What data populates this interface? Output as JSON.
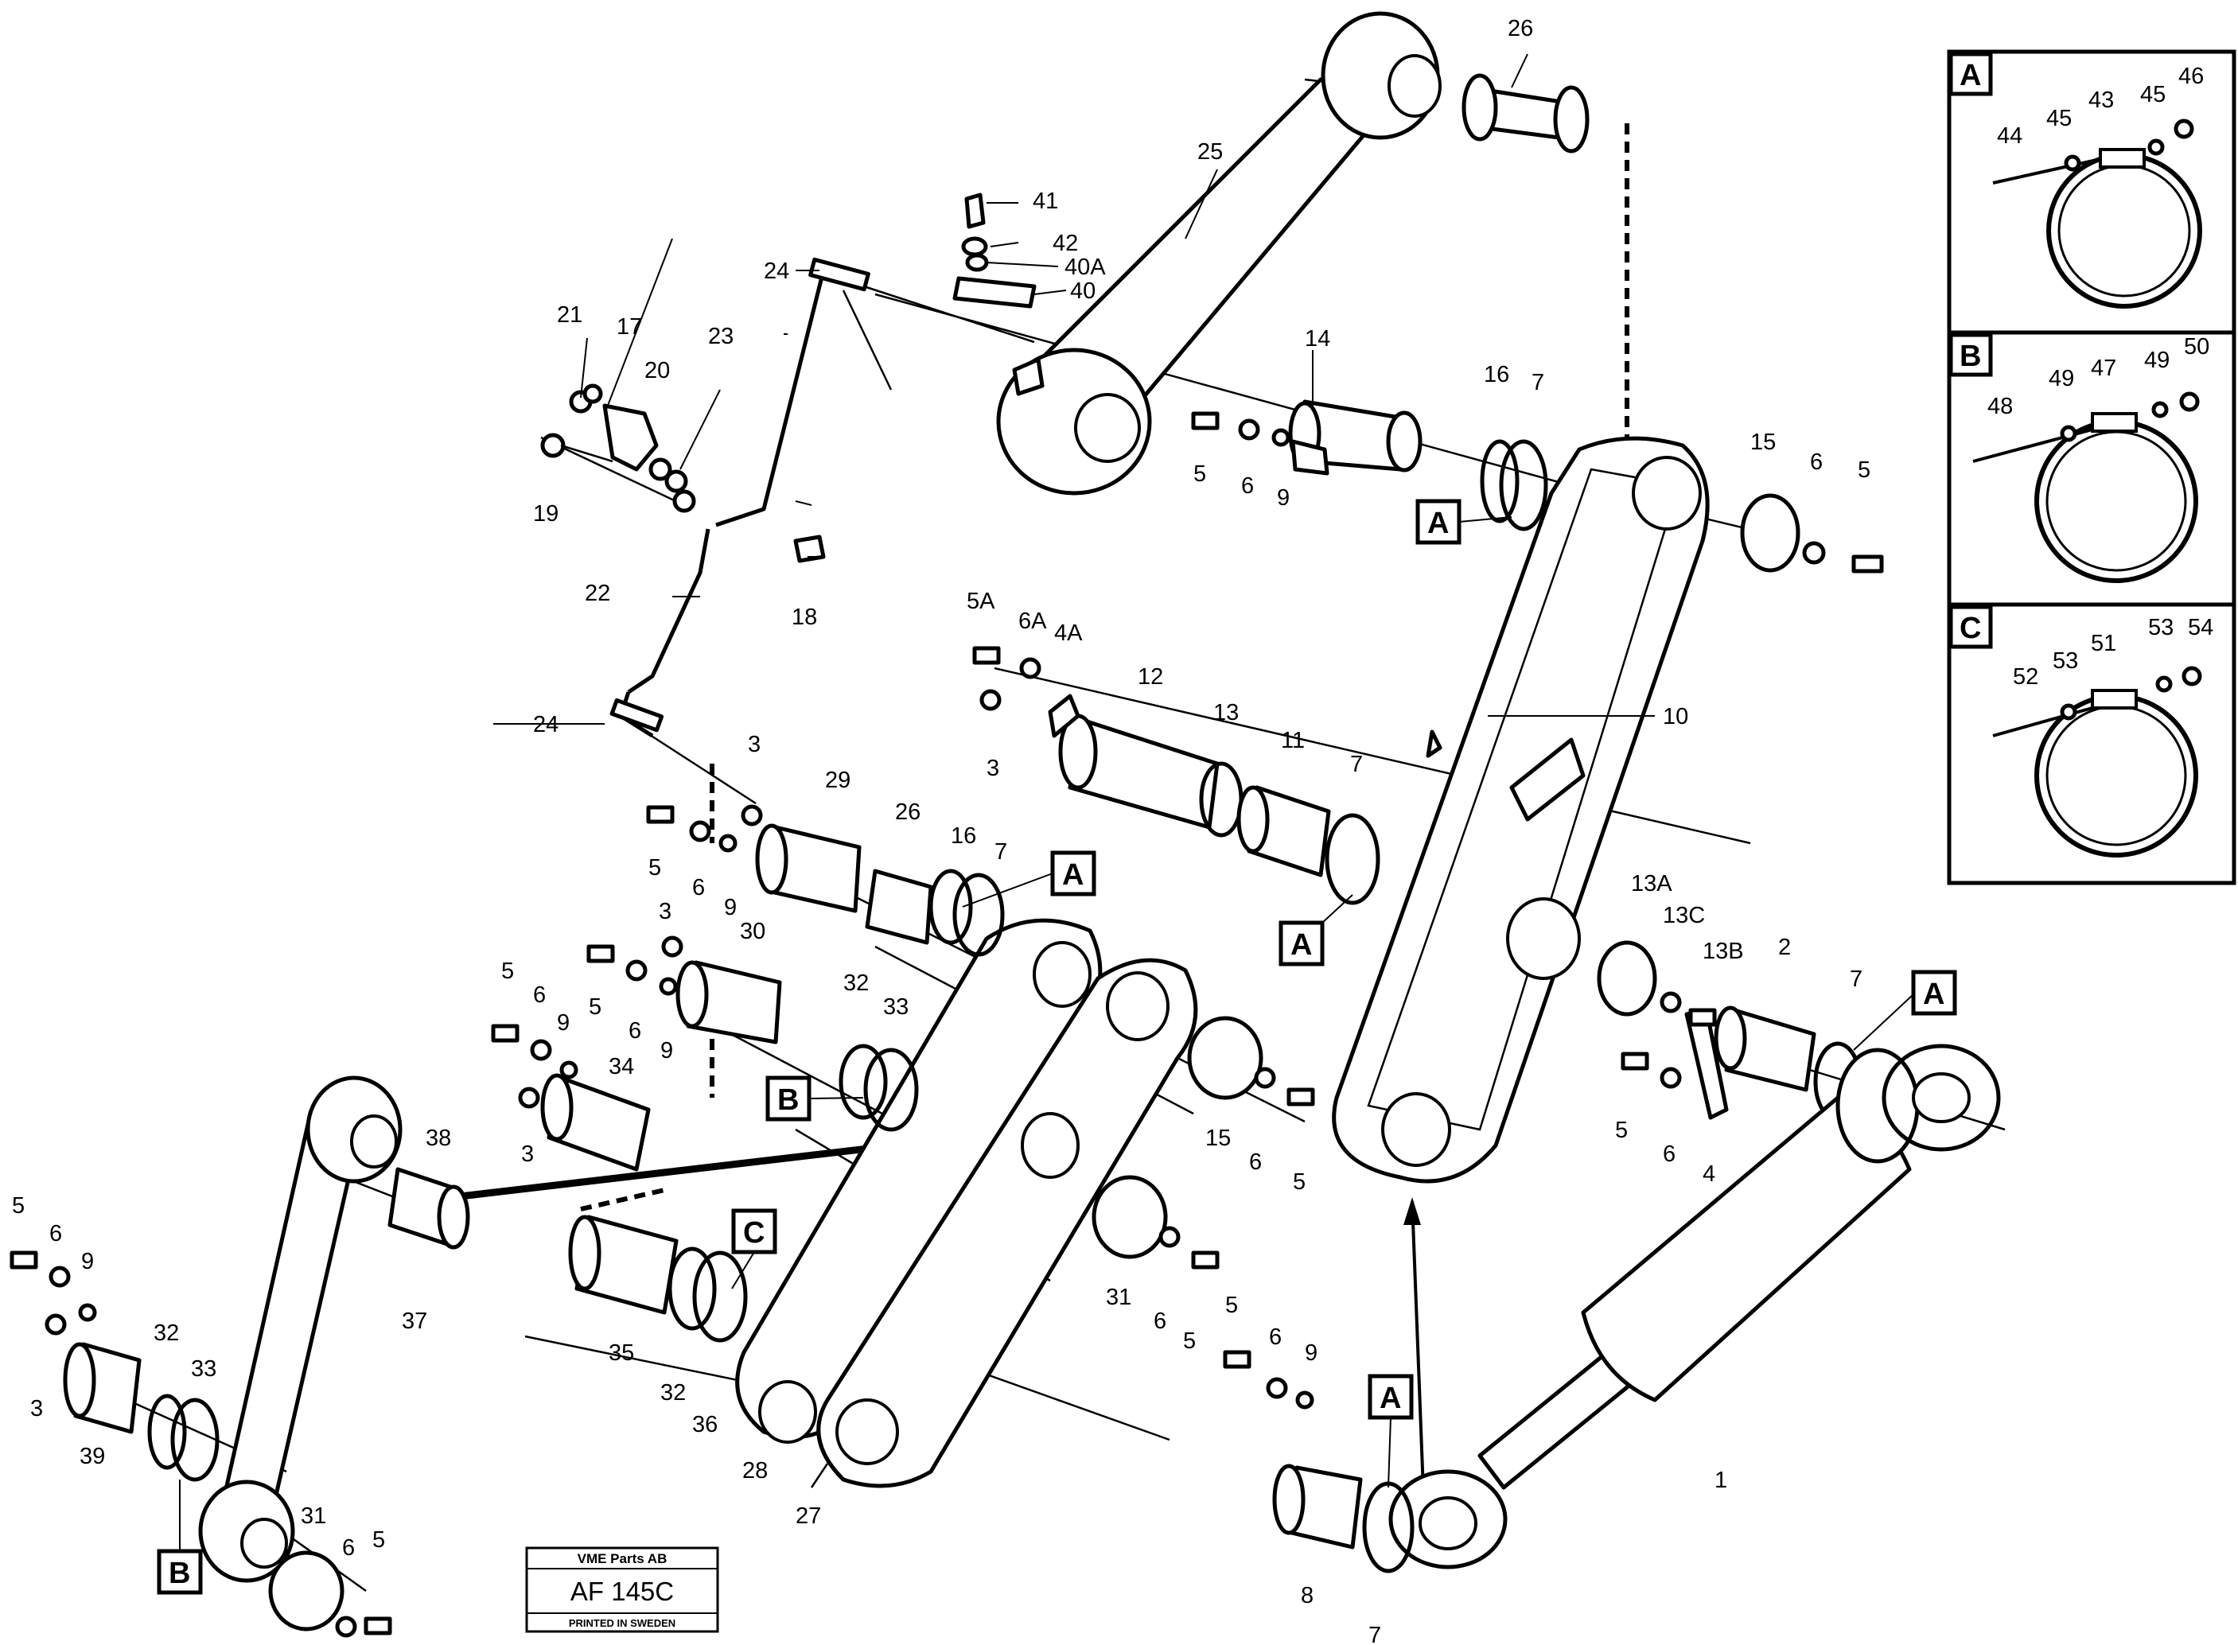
{
  "callouts": {
    "main": [
      "1",
      "2",
      "3",
      "4",
      "5",
      "6",
      "7",
      "8",
      "9",
      "10",
      "11",
      "12",
      "13",
      "14",
      "15",
      "16",
      "17",
      "18",
      "19",
      "20",
      "21",
      "22",
      "23",
      "24",
      "25",
      "26",
      "27",
      "28",
      "29",
      "30",
      "31",
      "32",
      "33",
      "34",
      "35",
      "36",
      "37",
      "38",
      "39",
      "40",
      "41",
      "42",
      "40A",
      "4A",
      "5A",
      "6A",
      "13A",
      "13B",
      "13C"
    ],
    "detail_a": [
      "43",
      "44",
      "45",
      "46"
    ],
    "detail_b": [
      "47",
      "48",
      "49",
      "50"
    ],
    "detail_c": [
      "51",
      "52",
      "53",
      "54"
    ]
  },
  "detail_boxes": {
    "a": "A",
    "b": "B",
    "c": "C"
  },
  "reference_markers": [
    "A",
    "B",
    "C"
  ],
  "title_block": {
    "company": "VME Parts AB",
    "code": "AF 145C",
    "printed": "PRINTED IN SWEDEN"
  }
}
